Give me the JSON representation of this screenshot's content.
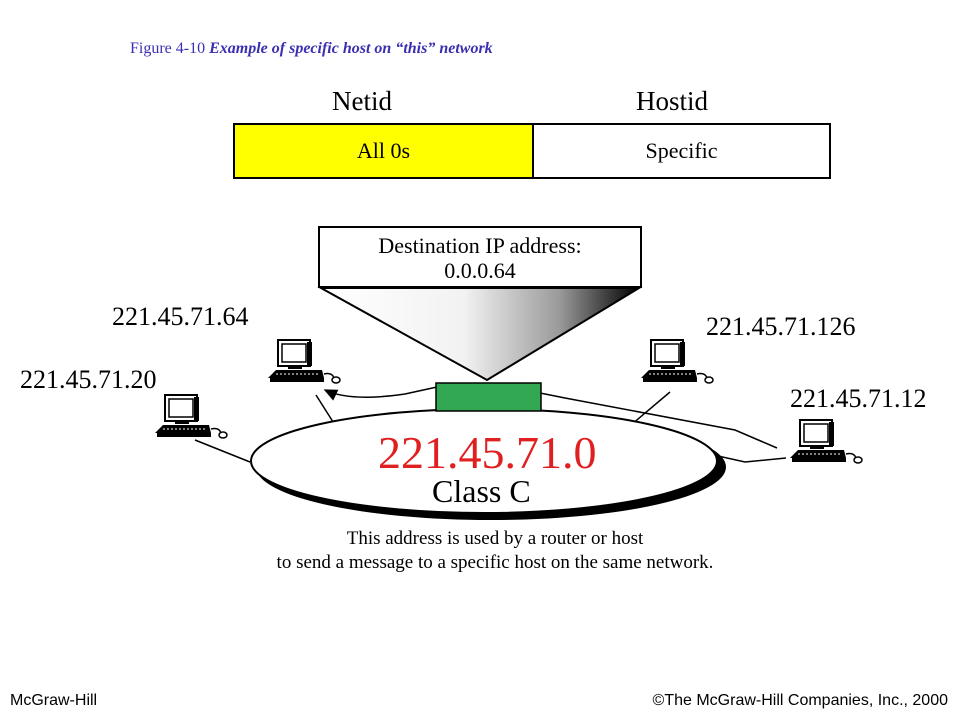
{
  "figure": {
    "label": "Figure  4-10",
    "title": "Example of specific host on “this” network"
  },
  "address_format": {
    "netid_label": "Netid",
    "hostid_label": "Hostid",
    "netid_value": "All 0s",
    "hostid_value": "Specific",
    "netid_color": "#ffff00",
    "hostid_color": "#ffffff"
  },
  "packet": {
    "destination_label": "Destination IP address:",
    "destination_value": "0.0.0.64",
    "color": "#33a853"
  },
  "network": {
    "address": "221.45.71.0",
    "class_label": "Class C",
    "address_color": "#e02020"
  },
  "hosts": [
    {
      "ip": "221.45.71.64",
      "icon": "computer-icon"
    },
    {
      "ip": "221.45.71.20",
      "icon": "computer-icon"
    },
    {
      "ip": "221.45.71.126",
      "icon": "computer-icon"
    },
    {
      "ip": "221.45.71.12",
      "icon": "computer-icon"
    }
  ],
  "note": {
    "line1": "This address is used by a router or host",
    "line2": "to send a message to a specific host on the same network."
  },
  "footer": {
    "left": "McGraw-Hill",
    "right": "©The McGraw-Hill Companies, Inc., 2000"
  }
}
